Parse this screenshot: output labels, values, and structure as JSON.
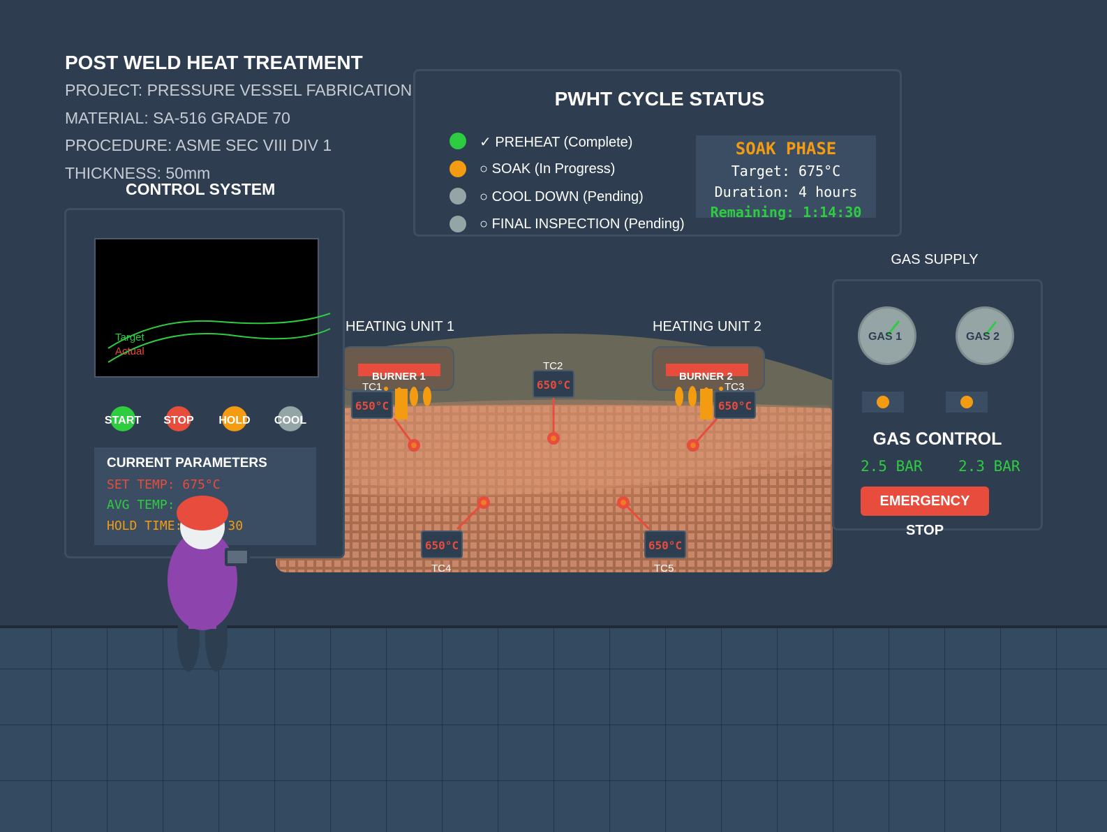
{
  "header": {
    "title": "POST WELD HEAT TREATMENT",
    "project": "PROJECT: PRESSURE VESSEL FABRICATION",
    "material": "MATERIAL: SA-516 GRADE 70",
    "procedure": "PROCEDURE: ASME SEC VIII DIV 1",
    "thickness": "THICKNESS: 50mm"
  },
  "cycle_status": {
    "title": "PWHT CYCLE STATUS",
    "stages": [
      {
        "label": "✓ PREHEAT (Complete)",
        "color": "#2ecc40"
      },
      {
        "label": "○ SOAK (In Progress)",
        "color": "#f39c12"
      },
      {
        "label": "○ COOL DOWN (Pending)",
        "color": "#95a5a6"
      },
      {
        "label": "○ FINAL INSPECTION (Pending)",
        "color": "#95a5a6"
      }
    ],
    "phase": {
      "title": "SOAK PHASE",
      "target": "Target: 675°C",
      "duration": "Duration: 4 hours",
      "remaining": "Remaining: 1:14:30"
    }
  },
  "control_system": {
    "title": "CONTROL SYSTEM",
    "screen": {
      "target_label": "Target",
      "actual_label": "Actual"
    },
    "buttons": [
      {
        "label": "START",
        "color": "#2ecc40"
      },
      {
        "label": "STOP",
        "color": "#e74c3c"
      },
      {
        "label": "HOLD",
        "color": "#f39c12"
      },
      {
        "label": "COOL",
        "color": "#95a5a6"
      }
    ],
    "parameters": {
      "title": "CURRENT PARAMETERS",
      "set_temp": "SET TEMP: 675°C",
      "avg_temp": "AVG TEMP: 650°C",
      "hold_time": "HOLD TIME: 1:14:30"
    }
  },
  "furnace": {
    "heating_unit_1": "HEATING UNIT 1",
    "heating_unit_2": "HEATING UNIT 2",
    "burner_1": "BURNER 1",
    "burner_2": "BURNER 2",
    "thermocouples": [
      {
        "name": "TC1",
        "reading": "650°C"
      },
      {
        "name": "TC2",
        "reading": "650°C"
      },
      {
        "name": "TC3",
        "reading": "650°C"
      },
      {
        "name": "TC4",
        "reading": "650°C"
      },
      {
        "name": "TC5",
        "reading": "650°C"
      }
    ]
  },
  "gas_supply": {
    "title": "GAS SUPPLY",
    "gauges": [
      {
        "label": "GAS 1"
      },
      {
        "label": "GAS 2"
      }
    ],
    "control_title": "GAS CONTROL",
    "readings": [
      "2.5 BAR",
      "2.3 BAR"
    ],
    "emergency_stop": "EMERGENCY STOP"
  },
  "colors": {
    "background": "#2e3d50",
    "accent_green": "#2ecc40",
    "accent_orange": "#f39c12",
    "accent_red": "#e74c3c",
    "neutral_gray": "#95a5a6",
    "worker_body": "#8e44ad"
  }
}
